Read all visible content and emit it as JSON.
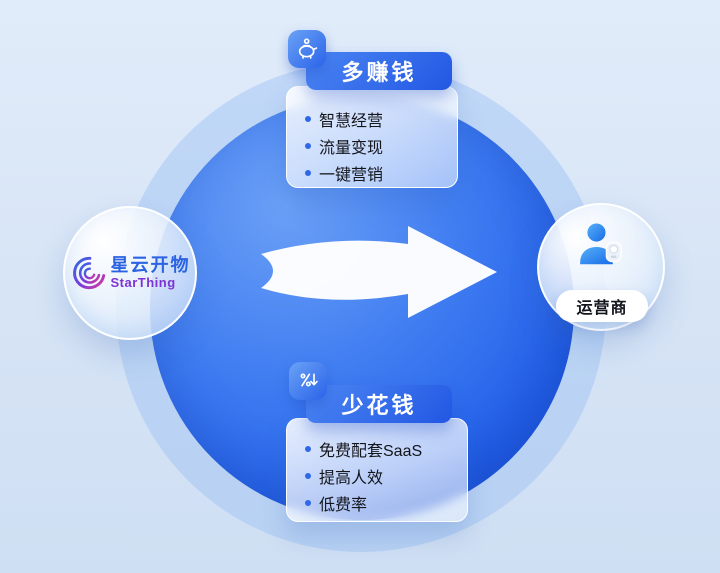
{
  "brand": {
    "cn": "星云开物",
    "en": "StarThing",
    "icon": "starthing-swirl-logo-icon"
  },
  "operator": {
    "label": "运营商",
    "icon": "operator-person-icon"
  },
  "cards": {
    "earn": {
      "title": "多赚钱",
      "icon": "piggy-bank-icon",
      "items": [
        "智慧经营",
        "流量变现",
        "一键营销"
      ]
    },
    "save": {
      "title": "少花钱",
      "icon": "discount-down-arrow-icon",
      "items": [
        "免费配套SaaS",
        "提高人效",
        "低费率"
      ]
    }
  },
  "colors": {
    "background": "#d5e3f5",
    "halo": "#9cc2f3",
    "circle_blue_light": "#6ba0f6",
    "circle_blue_dark": "#1c53e0",
    "accent_blue": "#2e67e8",
    "brand_cn_blue": "#2b63e2",
    "brand_en_purple": "#7d33d6",
    "text_dark": "#14161c"
  }
}
